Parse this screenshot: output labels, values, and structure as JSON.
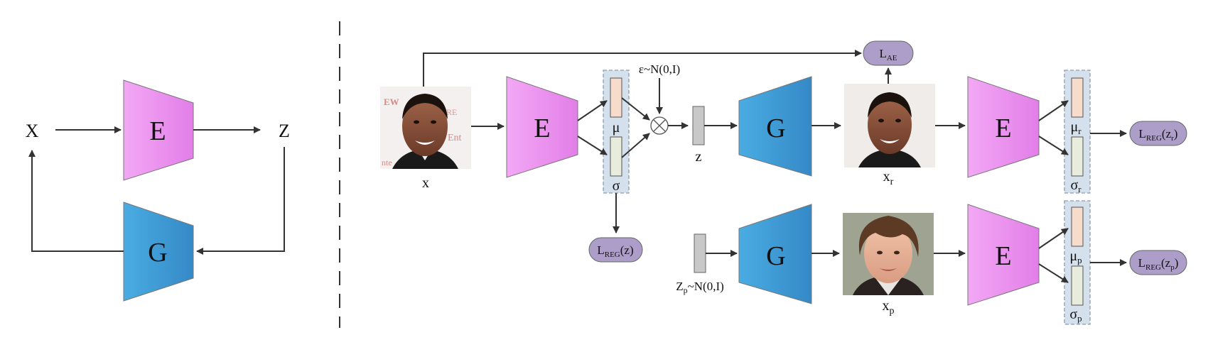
{
  "colors": {
    "encoder_fill": "#e889ec",
    "generator_fill": "#3d9ad8",
    "mu_fill": "#f7dccb",
    "sigma_fill": "#e7ecdc",
    "latent_panel_fill": "#d4e0ec",
    "loss_fill": "#ac9ec8",
    "z_vector_fill": "#c8c8c8",
    "arrow": "#333333"
  },
  "left": {
    "x_label": "X",
    "z_label": "Z",
    "encoder_letter": "E",
    "generator_letter": "G"
  },
  "right": {
    "input_label": "x",
    "encoder_letter": "E",
    "generator_letter": "G",
    "mu": "μ",
    "sigma": "σ",
    "eps_label": "ε~N(0,I)",
    "z_label": "z",
    "xr": {
      "base": "x",
      "sub": "r"
    },
    "xp": {
      "base": "x",
      "sub": "p"
    },
    "mu_r": {
      "base": "μ",
      "sub": "r"
    },
    "sigma_r": {
      "base": "σ",
      "sub": "r"
    },
    "mu_p": {
      "base": "μ",
      "sub": "p"
    },
    "sigma_p": {
      "base": "σ",
      "sub": "p"
    },
    "zp_prior": {
      "base": "Z",
      "sub": "p",
      "rest": "~N(0,I)"
    },
    "loss_ae": {
      "base": "L",
      "sub": "AE"
    },
    "loss_reg_z": {
      "base": "L",
      "sub": "REG",
      "rest": "(z)"
    },
    "loss_reg_zr": {
      "base": "L",
      "sub": "REG",
      "rest": "(z",
      "sub2": "r",
      "end": ")"
    },
    "loss_reg_zp": {
      "base": "L",
      "sub": "REG",
      "rest": "(z",
      "sub2": "p",
      "end": ")"
    }
  }
}
